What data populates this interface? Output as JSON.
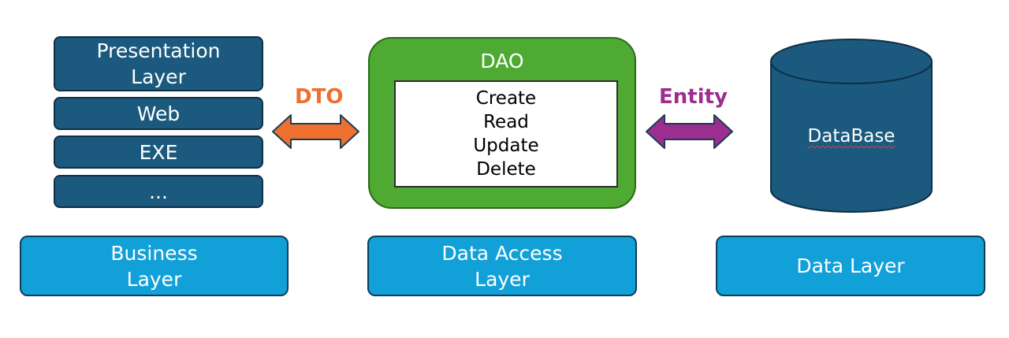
{
  "business": {
    "stack": [
      "Presentation\nLayer",
      "Web",
      "EXE",
      "..."
    ],
    "label": "Business\nLayer"
  },
  "dto_label": "DTO",
  "dao": {
    "title": "DAO",
    "operations": [
      "Create",
      "Read",
      "Update",
      "Delete"
    ]
  },
  "entity_label": "Entity",
  "database": {
    "label": "DataBase"
  },
  "data_access": {
    "label": "Data Access\nLayer"
  },
  "data_layer": {
    "label": "Data Layer"
  },
  "colors": {
    "dark_blue": "#1b5a7e",
    "light_blue": "#11a0d8",
    "dao_green": "#4eaa32",
    "dto_orange": "#ed7030",
    "entity_purple": "#9b2e8e"
  }
}
